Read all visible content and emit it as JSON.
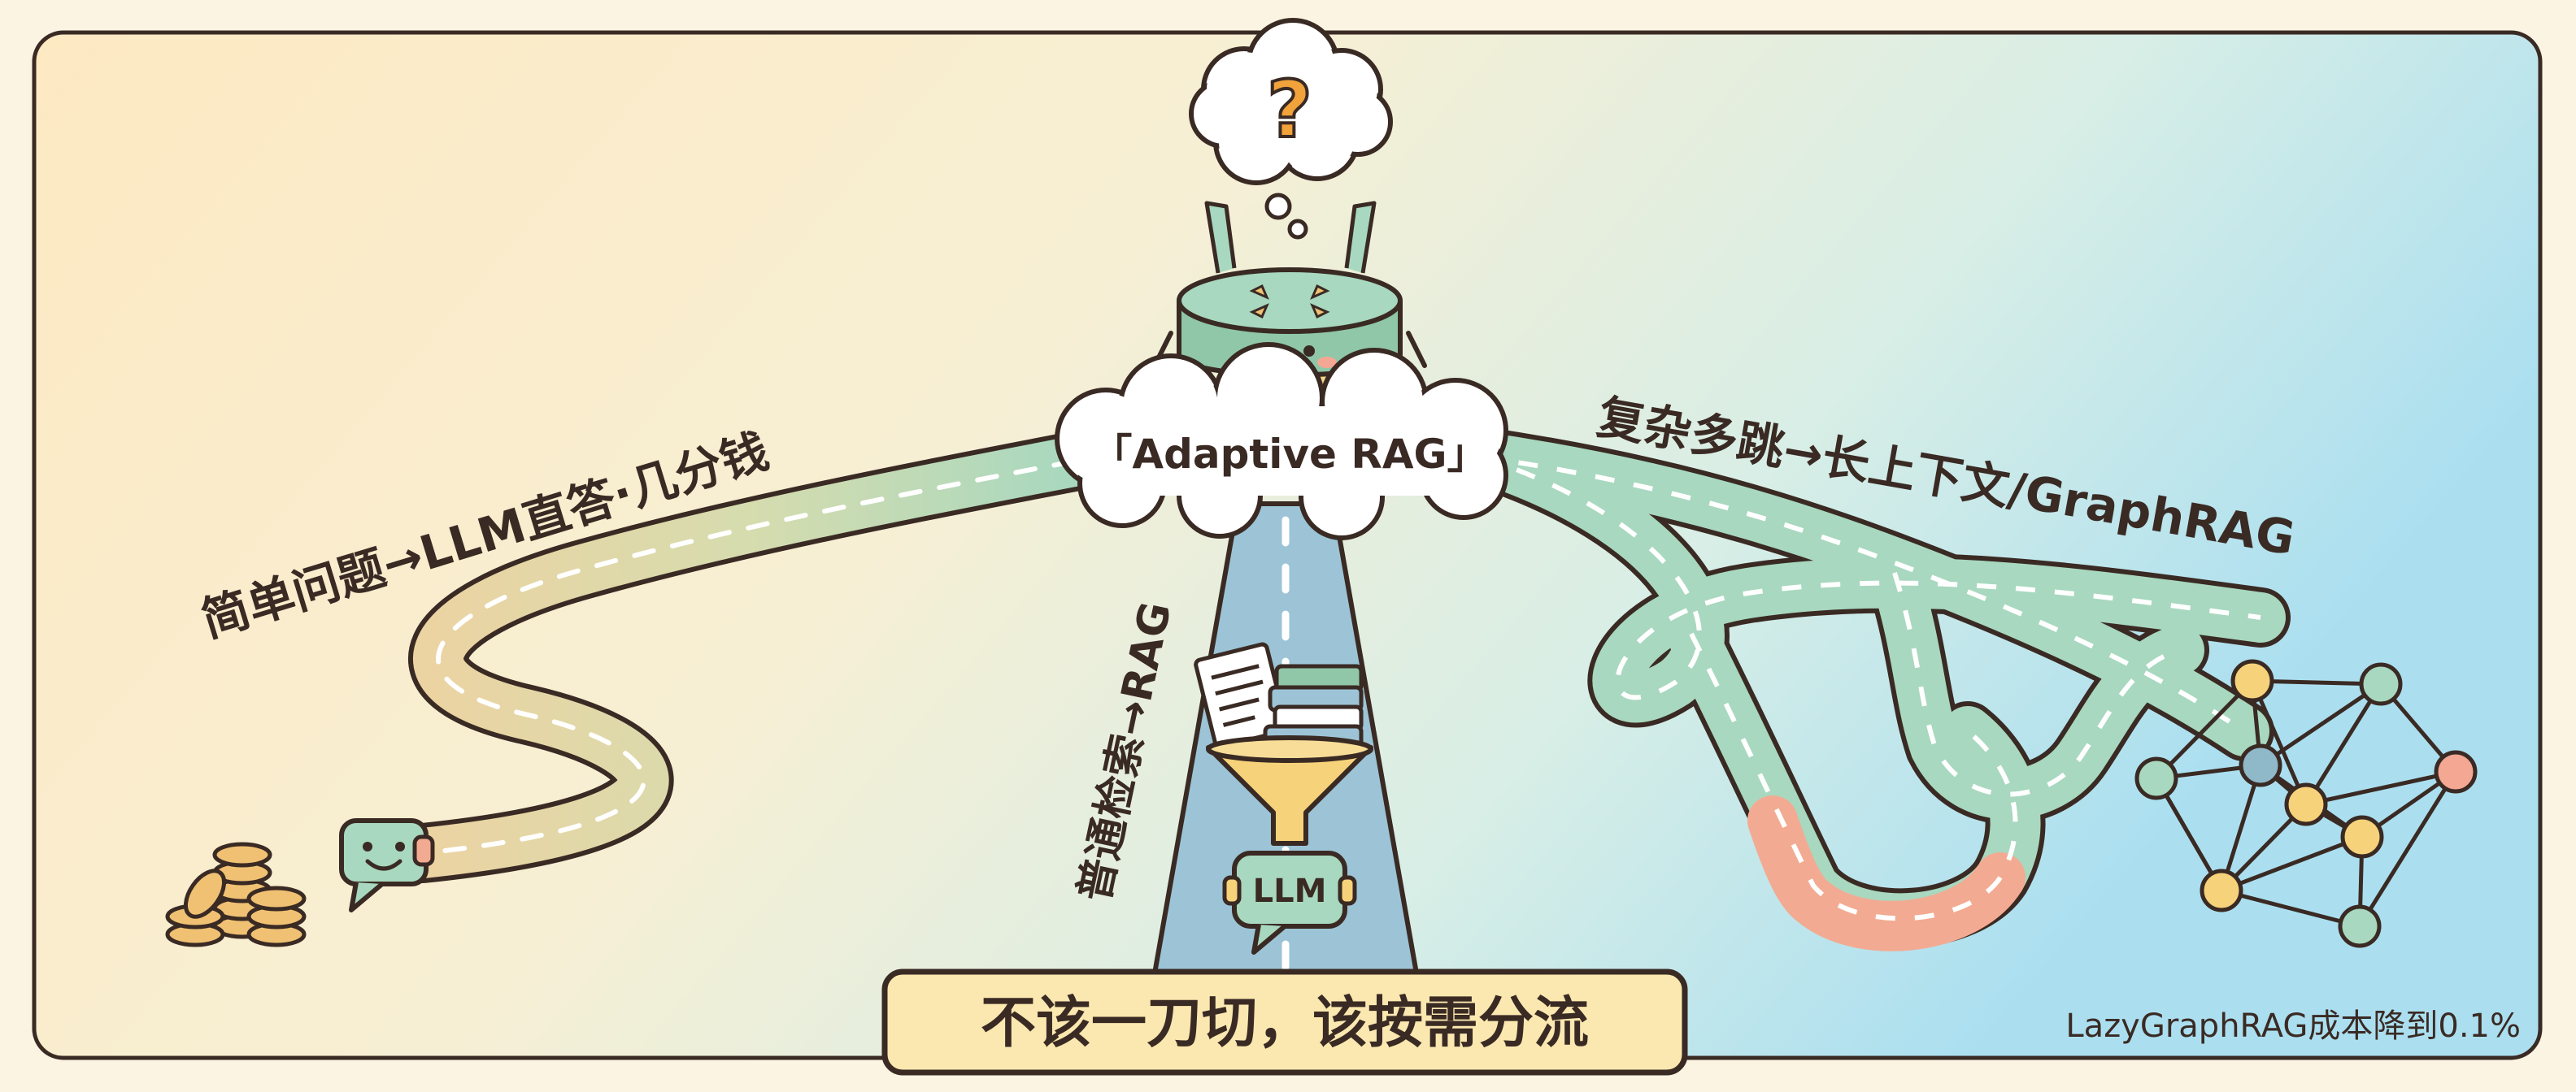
{
  "diagram": {
    "center_label": "「Adaptive RAG」",
    "question_mark": "?",
    "left_route": "简单问题→LLM直答·几分钱",
    "middle_route": "普通检索→RAG",
    "right_route": "复杂多跳→长上下文/GraphRAG",
    "llm_badge": "LLM",
    "bottom_banner": "不该一刀切，该按需分流",
    "footnote": "LazyGraphRAG成本降到0.1%"
  },
  "colors": {
    "outline": "#3a2a24",
    "road_green": "#a8d8bf",
    "road_blue": "#9cc4d6",
    "road_coral": "#f2ab92",
    "coin_gold": "#f0c173",
    "banner_fill": "#fbe8b0",
    "node_yellow": "#f6d27a",
    "node_green": "#a8d8bf",
    "node_coral": "#f4a793",
    "node_blue": "#8fb8c9"
  },
  "icons": [
    "thought-cloud-icon",
    "router-robot-icon",
    "coin-stack-icon",
    "smile-chat-icon",
    "document-stack-icon",
    "funnel-icon",
    "llm-chat-icon",
    "knowledge-graph-icon"
  ]
}
